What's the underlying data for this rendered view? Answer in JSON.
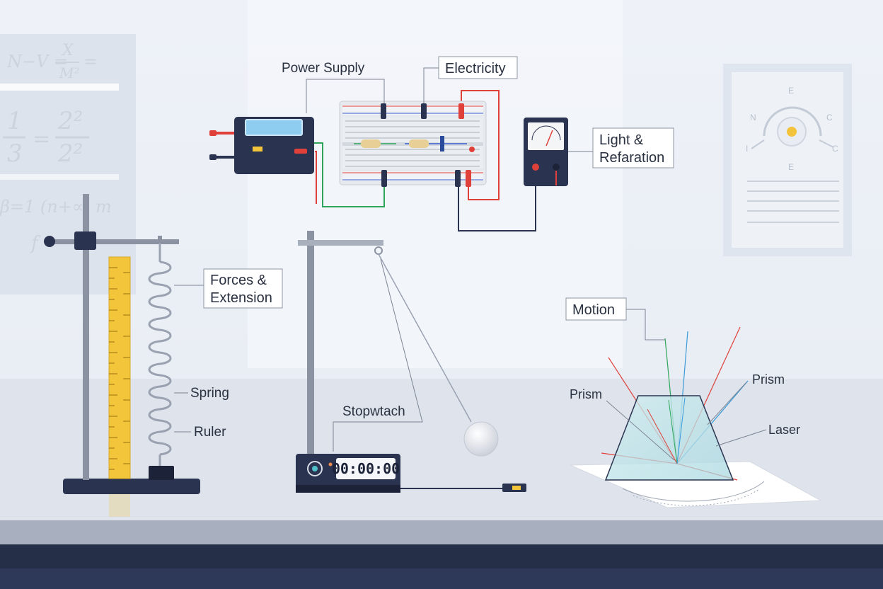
{
  "labels": {
    "power_supply": "Power Supply",
    "electricity": "Electricity",
    "light_line1": "Light &",
    "light_line2": "Refaration",
    "forces_line1": "Forces &",
    "forces_line2": "Extension",
    "spring": "Spring",
    "ruler": "Ruler",
    "stopwatch": "Stopwtach",
    "motion": "Motion",
    "prism_left": "Prism",
    "prism_right": "Prism",
    "laser": "Laser"
  },
  "stopwatch_display": "00:00:00",
  "chalkboard": {
    "eq1_left": "N−V =",
    "eq1_num": "X",
    "eq1_den": "M²",
    "eq1_right": "=",
    "eq2_num1": "1",
    "eq2_den1": "3",
    "eq2_eq": "=",
    "eq2_num2": "2²",
    "eq2_den2": "2²",
    "eq3": "β=1 (n+∝) m",
    "eq4": "f"
  },
  "poster_compass": {
    "top": "E",
    "left": "N",
    "right": "C",
    "far_left": "I",
    "far_right": "C",
    "bottom": "E"
  },
  "colors": {
    "navy": "#2a3350",
    "wire_red": "#e0403a",
    "wire_green": "#2ea55a",
    "ruler_yellow": "#f2c53a",
    "background": "#eef2f7"
  }
}
